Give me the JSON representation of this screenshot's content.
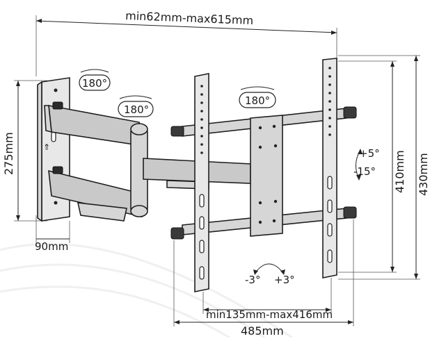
{
  "dimensions": {
    "plate_span": "min62mm-max615mm",
    "wall_plate_height": "275mm",
    "wall_plate_depth": "90mm",
    "tv_rail_height": "410mm",
    "overall_height": "430mm",
    "rail_span": "min135mm-max416mm",
    "overall_width": "485mm"
  },
  "rotation": {
    "swivel_wall": "180°",
    "swivel_elbow": "180°",
    "swivel_head": "180°"
  },
  "tilt": {
    "up": "+5°",
    "down": "-15°"
  },
  "level_adjust": {
    "left": "-3°",
    "right": "+3°"
  }
}
